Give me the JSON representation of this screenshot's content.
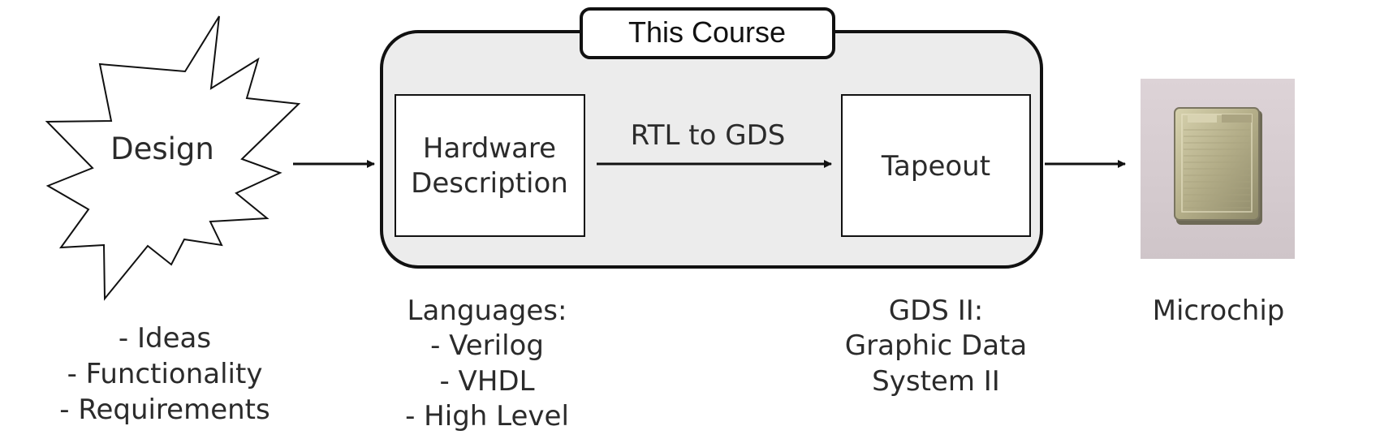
{
  "course": {
    "title": "This Course"
  },
  "design": {
    "label": "Design",
    "notes": [
      "- Ideas",
      "- Functionality",
      "- Requirements"
    ]
  },
  "hardware": {
    "label_line1": "Hardware",
    "label_line2": "Description",
    "notes": [
      "Languages:",
      "- Verilog",
      "- VHDL",
      "- High Level"
    ]
  },
  "flow": {
    "label": "RTL to GDS"
  },
  "tapeout": {
    "label": "Tapeout",
    "notes": [
      "GDS II:",
      "Graphic Data",
      "System II"
    ]
  },
  "microchip": {
    "label": "Microchip"
  },
  "colors": {
    "course_fill": "#ececec",
    "stroke": "#111111",
    "text": "#2b2b2b",
    "photo_bg": "#d9cfd3",
    "chip": "#b9b48f"
  }
}
